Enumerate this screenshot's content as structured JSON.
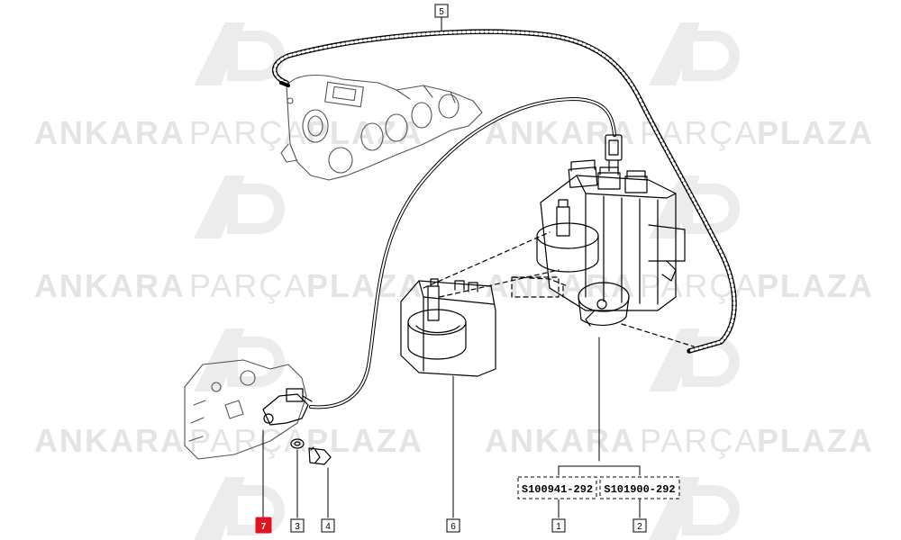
{
  "watermark": {
    "word1": "ANKARA",
    "word2": "PARÇA",
    "word3": "PLAZA",
    "logo_text": "AP",
    "color_light": "#e6e6e6",
    "color_accent": "#f3cfcf"
  },
  "callouts": [
    {
      "id": "1",
      "highlighted": false
    },
    {
      "id": "2",
      "highlighted": false
    },
    {
      "id": "3",
      "highlighted": false
    },
    {
      "id": "4",
      "highlighted": false
    },
    {
      "id": "5",
      "highlighted": false
    },
    {
      "id": "6",
      "highlighted": false
    },
    {
      "id": "7",
      "highlighted": true
    }
  ],
  "part_codes": {
    "left": "S100941-292",
    "right": "S101900-292"
  },
  "colors": {
    "line": "#000000",
    "highlight": "#e0141e",
    "highlight_text": "#ffffff"
  }
}
